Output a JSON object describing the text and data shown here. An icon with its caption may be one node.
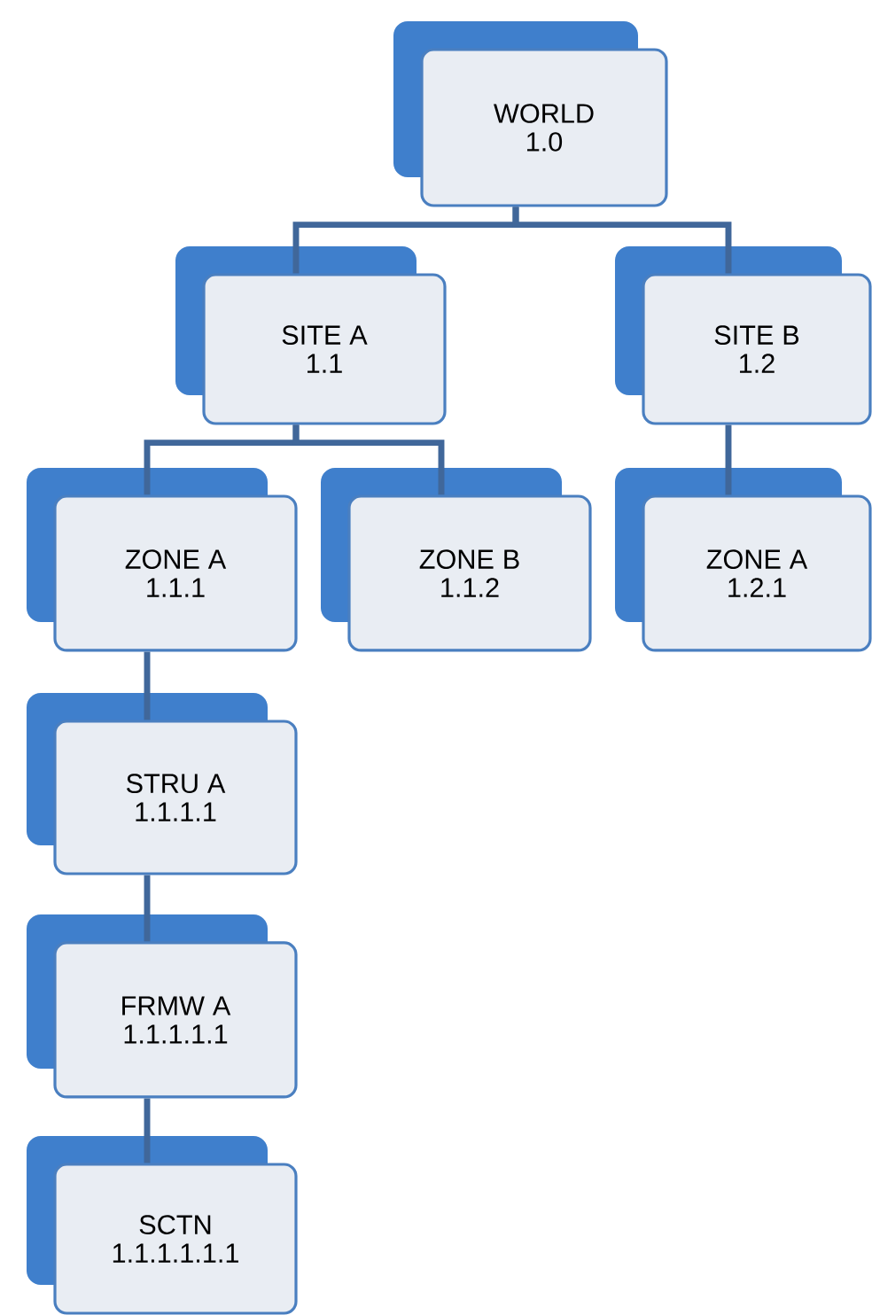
{
  "diagram": {
    "nodes": [
      {
        "text": [
          "WORLD",
          "1.0"
        ]
      },
      {
        "text": [
          "SITE A",
          "1.1"
        ]
      },
      {
        "text": [
          "SITE B",
          "1.2"
        ]
      },
      {
        "text": [
          "ZONE A",
          "1.1.1"
        ]
      },
      {
        "text": [
          "ZONE B",
          "1.1.2"
        ]
      },
      {
        "text": [
          "ZONE A",
          "1.2.1"
        ]
      },
      {
        "text": [
          "STRU A",
          "1.1.1.1"
        ]
      },
      {
        "text": [
          "FRMW A",
          "1.1.1.1.1"
        ]
      },
      {
        "text": [
          "SCTN",
          "1.1.1.1.1.1"
        ]
      }
    ],
    "edges": [
      {
        "from": 0,
        "to": 1,
        "arrow": "none"
      },
      {
        "from": 0,
        "to": 2,
        "arrow": "none"
      },
      {
        "from": 1,
        "to": 3,
        "arrow": "none"
      },
      {
        "from": 1,
        "to": 4,
        "arrow": "none"
      },
      {
        "from": 2,
        "to": 5,
        "arrow": "none"
      },
      {
        "from": 3,
        "to": 6,
        "arrow": "none"
      },
      {
        "from": 6,
        "to": 7,
        "arrow": "none"
      },
      {
        "from": 7,
        "to": 8,
        "arrow": "none"
      }
    ]
  }
}
